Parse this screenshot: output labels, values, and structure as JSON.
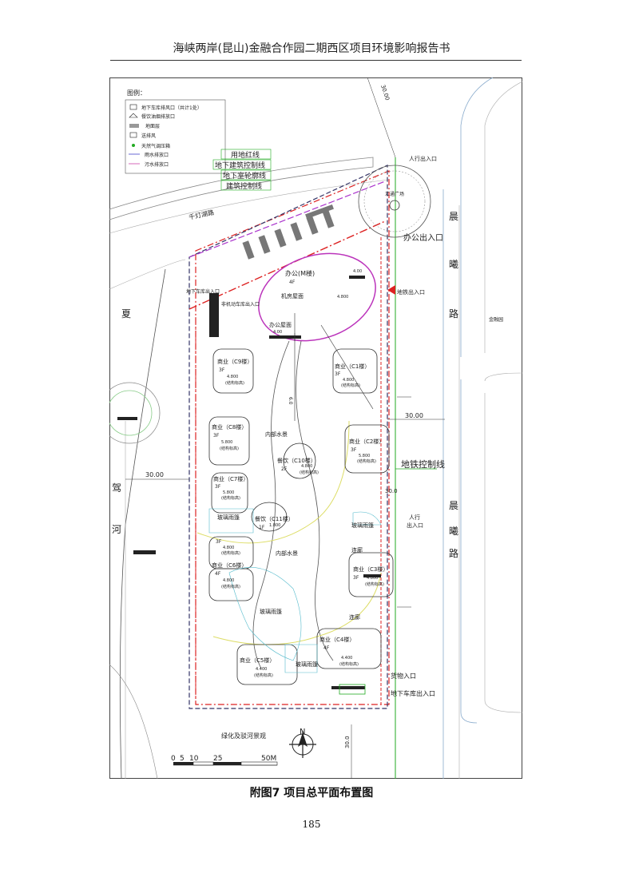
{
  "header": {
    "title": "海峡两岸(昆山)金融合作园二期西区项目环境影响报告书"
  },
  "caption": "附图7 项目总平面布置图",
  "page_number": "185",
  "plan": {
    "legend": {
      "title": "图例：",
      "items": [
        {
          "label": "地下车库排风口（共计1处）",
          "icon": "exhaust-vent-icon"
        },
        {
          "label": "餐饮油烟排放口",
          "icon": "kitchen-exhaust-icon"
        },
        {
          "label": "地面层",
          "icon": "ground-layer-icon"
        },
        {
          "label": "送排风",
          "icon": "air-supply-icon"
        },
        {
          "label": "天然气调压箱",
          "icon": "gas-regulator-icon"
        },
        {
          "label": "雨水排放口",
          "icon": "rainwater-outlet-icon"
        },
        {
          "label": "污水排放口",
          "icon": "sewage-outlet-icon"
        }
      ]
    },
    "line_labels": [
      "用地红线",
      "地下建筑控制线",
      "地下室轮廓线",
      "建筑控制线"
    ],
    "roads": {
      "north": "千灯湖路",
      "east_top": [
        "晨",
        "曦",
        "路"
      ],
      "east_bottom": [
        "晨",
        "曦",
        "路"
      ],
      "west": [
        "夏",
        "驾",
        "河"
      ],
      "far_east": "金融园"
    },
    "dimensions": {
      "d1": "30.00",
      "d2": "30.00",
      "d3": "30.00",
      "d4": "30.0",
      "d5": "30.0"
    },
    "entrances": {
      "pedestrian_top": "人行出入口",
      "office": "办公出入口",
      "metro": "地铁出入口",
      "pedestrian_mid_1": "人行",
      "pedestrian_mid_2": "出入口",
      "cargo": "货物入口",
      "garage_se": "地下车库出入口",
      "garage_nw": "地下车库出入口",
      "bike": "非机动车库出入口"
    },
    "plaza": "汇通广场",
    "metro_line": "地铁控制线",
    "buildings": {
      "m": {
        "name": "办公(M楼)",
        "floors": "4F",
        "elev": "4.00"
      },
      "c1": {
        "name": "商业（C1楼）",
        "floors": "3F",
        "elev": "4.800",
        "note": "(结构标高)"
      },
      "c2": {
        "name": "商业（C2楼）",
        "floors": "3F",
        "elev": "5.800",
        "note": "(结构标高)"
      },
      "c3": {
        "name": "商业（C3楼）",
        "floors": "3F",
        "elev": "4.800",
        "note": "(结构标高)"
      },
      "c4": {
        "name": "商业（C4楼）",
        "floors": "4F",
        "elev": "4.400",
        "note": "(结构标高)"
      },
      "c5": {
        "name": "商业（C5楼）",
        "floors": "",
        "elev": "4.400",
        "note": "(结构标高)"
      },
      "c6": {
        "name": "商业（C6楼）",
        "floors": "4F",
        "elev": "4.800",
        "note": "(结构标高)"
      },
      "c6b": {
        "floors": "3F",
        "elev": "4.800",
        "note": "(结构标高)"
      },
      "c7": {
        "name": "商业（C7楼）",
        "floors": "3F",
        "elev": "5.800",
        "note": "(结构标高)"
      },
      "c8": {
        "name": "商业（C8楼）",
        "floors": "3F",
        "elev": "5.800",
        "note": "(结构标高)"
      },
      "c9": {
        "name": "商业（C9楼）",
        "floors": "3F",
        "elev": "4.800",
        "note": "(结构标高)"
      },
      "c10": {
        "name": "餐饮（C10楼）",
        "floors": "2F",
        "elev": "4.800",
        "note": "(结构标高)"
      },
      "c11": {
        "name": "餐饮（C11楼）",
        "floors": "1F",
        "elev": "1.800"
      }
    },
    "labels": {
      "machine_room": "机房屋面",
      "machine_elev": "4.800",
      "office_roof": "办公屋面",
      "office_roof_elev": "4.00",
      "inner_water_1": "内部水景",
      "inner_water_2": "内部水景",
      "glass_roof_1": "玻璃雨篷",
      "glass_roof_2": "玻璃雨篷",
      "glass_roof_3": "玻璃雨篷",
      "glass_roof_4": "玻璃雨篷",
      "corridor_1": "连廊",
      "corridor_2": "连廊",
      "green_river": "绿化及驳河景观",
      "north_arrow": "N",
      "dim_center": "6.0",
      "bottom_dim": "30.0"
    },
    "scale_bar": {
      "labels": [
        "0",
        "5",
        "10",
        "25",
        "50M"
      ]
    }
  }
}
